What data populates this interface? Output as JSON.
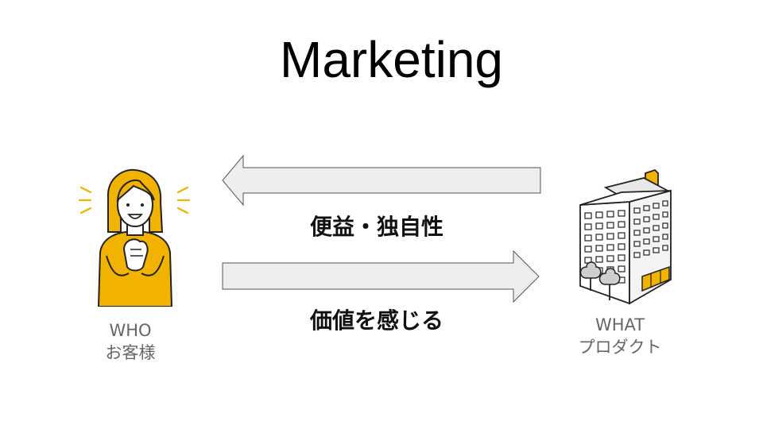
{
  "slide": {
    "title": "Marketing",
    "benefit_label": "便益・独自性",
    "value_label": "価値を感じる",
    "who": {
      "line1": "WHO",
      "line2": "お客様"
    },
    "what": {
      "line1": "WHAT",
      "line2": "プロダクト"
    }
  },
  "colors": {
    "arrow_fill": "#eeeeee",
    "arrow_stroke": "#555555",
    "accent_yellow": "#f2b200",
    "caption_gray": "#666666"
  }
}
